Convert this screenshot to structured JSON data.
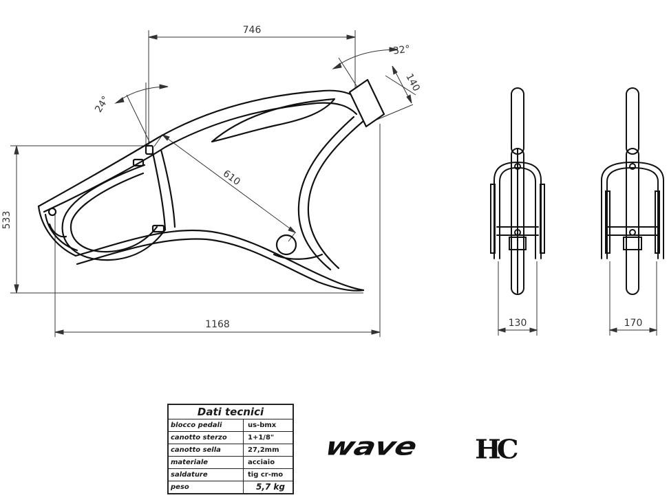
{
  "dimensions": {
    "top_length": "746",
    "head_angle": "32°",
    "head_tube": "140",
    "seat_angle": "24°",
    "seat_tube": "610",
    "height": "533",
    "length": "1168",
    "front_width": "130",
    "rear_width": "170"
  },
  "specs": {
    "title": "Dati tecnici",
    "rows": [
      {
        "key": "blocco pedali",
        "value": "us-bmx"
      },
      {
        "key": "canotto sterzo",
        "value": "1+1/8\""
      },
      {
        "key": "canotto sella",
        "value": "27,2mm"
      },
      {
        "key": "materiale",
        "value": "acciaio"
      },
      {
        "key": "saldature",
        "value": "tig cr-mo"
      },
      {
        "key": "peso",
        "value": "5,7 kg"
      }
    ]
  },
  "logo": {
    "wordmark": "wave",
    "mark": "HC"
  }
}
